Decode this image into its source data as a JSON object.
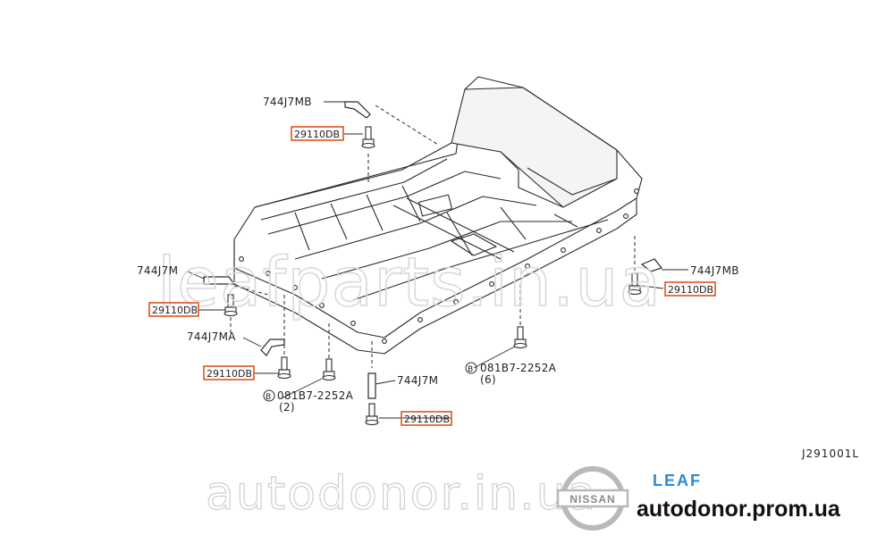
{
  "labels": {
    "bracket_top": "744J7MB",
    "bracket_left": "744J7M",
    "bracket_left_lower": "744J7MA",
    "bracket_center": "744J7M",
    "bracket_right": "744J7MB",
    "bolt_top": "29110DB",
    "bolt_left": "29110DB",
    "bolt_left_lower": "29110DB",
    "bolt_center": "29110DB",
    "bolt_right": "29110DB",
    "screw_left": "081B7-2252A",
    "screw_left_qty": "(2)",
    "screw_right": "081B7-2252A",
    "screw_right_qty": "(6)",
    "circle_marker": "B"
  },
  "diagram_code": "J291001L",
  "watermarks": {
    "top": "leafparts.in.ua",
    "bottom": "autodonor.in.ua"
  },
  "branding": {
    "maker": "NISSAN",
    "model": "LEAF",
    "site": "autodonor.prom.ua"
  },
  "colors": {
    "highlight": "#e0541c",
    "leaf_blue": "#2b8ad6",
    "line": "#2a2a2a"
  }
}
